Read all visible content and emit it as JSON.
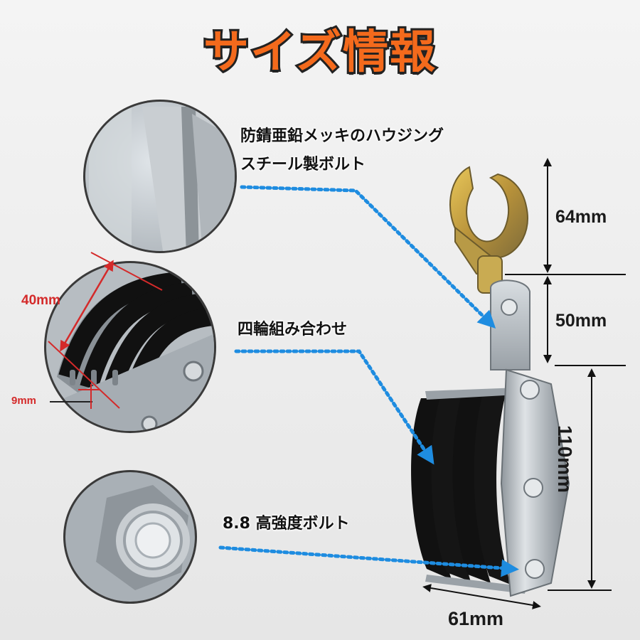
{
  "title": "サイズ情報",
  "features": {
    "galvanized_housing": "防錆亜鉛メッキのハウジング",
    "steel_bolt": "スチール製ボルト",
    "four_wheel": "四輪組み合わせ",
    "high_strength_bolt": "8.8 高強度ボルト"
  },
  "dimensions": {
    "hook_height": "64mm",
    "shackle_height": "50mm",
    "body_height": "110mm",
    "body_width": "61mm",
    "wheel_width": "40mm",
    "wheel_thickness": "9mm"
  },
  "colors": {
    "title": "#f46a1c",
    "arrow": "#1e8ce0",
    "red_dim": "#d42a2a"
  }
}
